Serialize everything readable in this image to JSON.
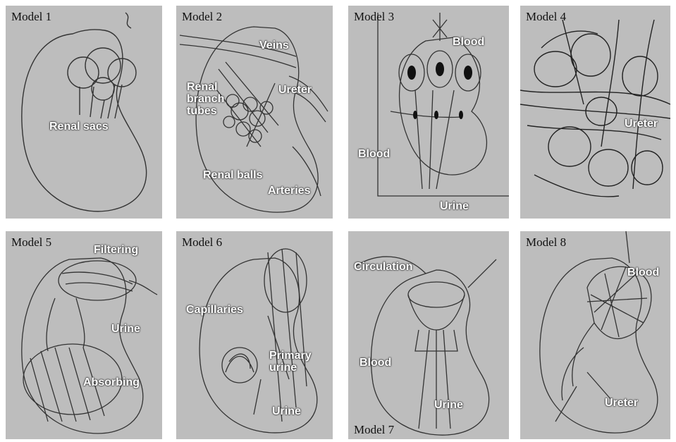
{
  "panels": [
    {
      "title": "Model 1",
      "labels": {
        "renal_sacs": "Renal sacs"
      }
    },
    {
      "title": "Model 2",
      "labels": {
        "veins": "Veins",
        "ureter": "Ureter",
        "renal_branch_tubes": "Renal\nbranch\ntubes",
        "renal_balls": "Renal balls",
        "arteries": "Arteries"
      }
    },
    {
      "title": "Model 3",
      "labels": {
        "blood_top": "Blood",
        "blood_left": "Blood",
        "urine": "Urine"
      }
    },
    {
      "title": "Model 4",
      "labels": {
        "ureter": "Ureter"
      }
    },
    {
      "title": "Model 5",
      "labels": {
        "filtering": "Filtering",
        "urine": "Urine",
        "absorbing": "Absorbing"
      }
    },
    {
      "title": "Model 6",
      "labels": {
        "capillaries": "Capillaries",
        "primary_urine": "Primary\nurine",
        "urine": "Urine"
      }
    },
    {
      "title": "Model 7",
      "labels": {
        "circulation": "Circulation",
        "blood": "Blood",
        "urine": "Urine"
      }
    },
    {
      "title": "Model 8",
      "labels": {
        "blood": "Blood",
        "ureter": "Ureter"
      }
    }
  ]
}
